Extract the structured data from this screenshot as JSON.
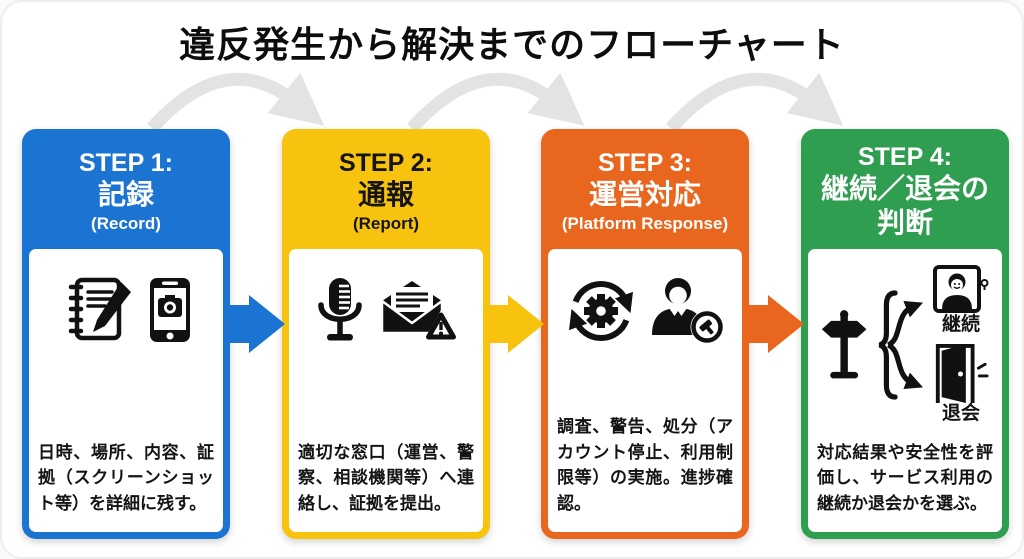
{
  "title": "違反発生から解決までのフローチャート",
  "colors": {
    "step1_blue": "#1b74d2",
    "step2_yellow": "#f7c30f",
    "step3_orange": "#e8661d",
    "step4_green": "#2f9e50",
    "arc_gray": "#e3e3e3",
    "icon_black": "#111111"
  },
  "steps": [
    {
      "header": {
        "line1": "STEP 1:",
        "line2": "記録",
        "line3": "(Record)"
      },
      "icons": [
        "notebook-pencil-icon",
        "smartphone-camera-icon"
      ],
      "description": "日時、場所、内容、証拠（スクリーンショット等）を詳細に残す。"
    },
    {
      "header": {
        "line1": "STEP 2:",
        "line2": "通報",
        "line3": "(Report)"
      },
      "icons": [
        "microphone-icon",
        "envelope-alert-icon"
      ],
      "description": "適切な窓口（運営、警察、相談機関等）へ連絡し、証拠を提出。"
    },
    {
      "header": {
        "line1": "STEP 3:",
        "line2": "運営対応",
        "line3": "(Platform Response)"
      },
      "icons": [
        "process-gear-icon",
        "moderator-gavel-icon"
      ],
      "description": "調査、警告、処分（アカウント停止、利用制限等）の実施。進捗確認。"
    },
    {
      "header": {
        "line1": "STEP 4:",
        "line2": "継続／退会の",
        "line3": "判断"
      },
      "icons": [
        "signpost-icon",
        "brace-branch-icon",
        "profile-continue-icon",
        "open-door-icon"
      ],
      "branch": {
        "continue_label": "継続",
        "leave_label": "退会"
      },
      "description": "対応結果や安全性を評価し、サービス利用の継続か退会かを選ぶ。"
    }
  ]
}
